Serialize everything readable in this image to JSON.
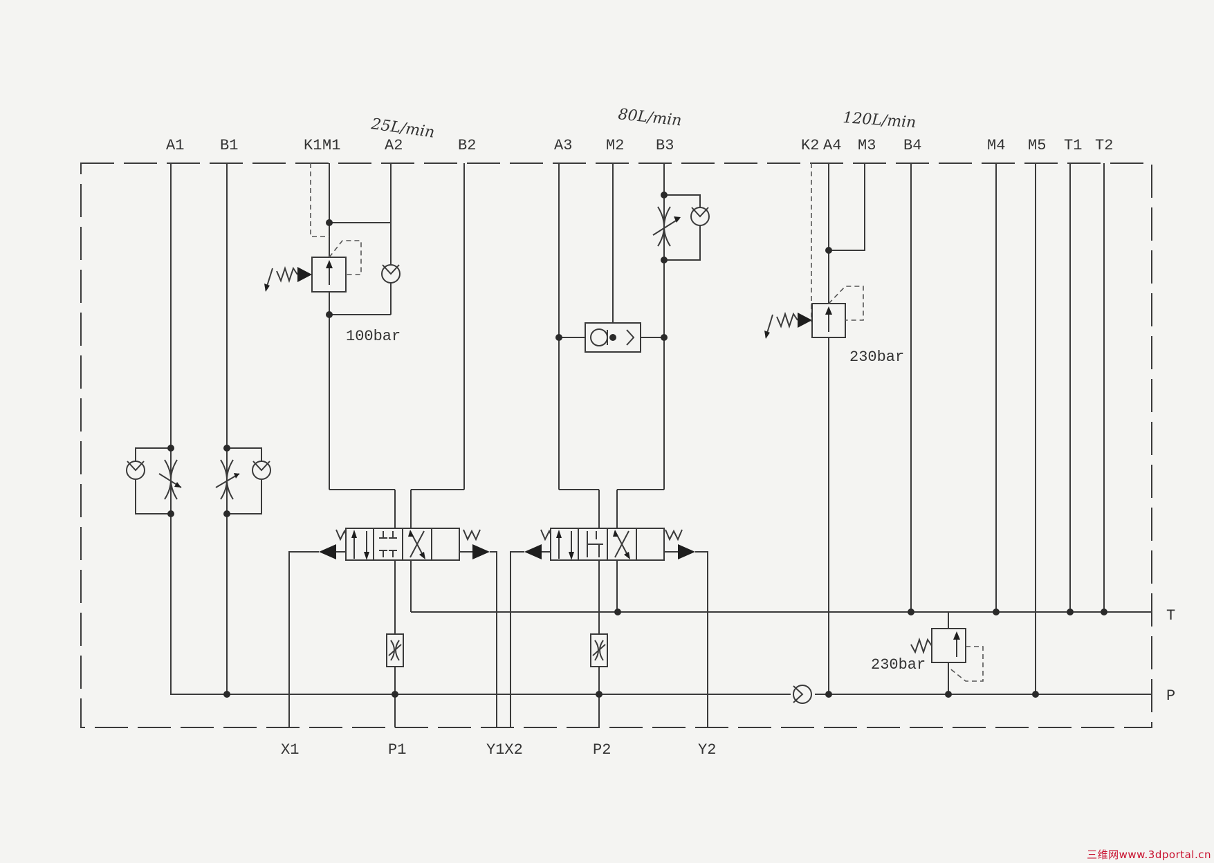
{
  "ports_top": {
    "a1": "A1",
    "b1": "B1",
    "k1": "K1",
    "m1": "M1",
    "a2": "A2",
    "b2": "B2",
    "a3": "A3",
    "m2": "M2",
    "b3": "B3",
    "k2": "K2",
    "a4": "A4",
    "m3": "M3",
    "b4": "B4",
    "m4": "M4",
    "m5": "M5",
    "t1": "T1",
    "t2": "T2"
  },
  "ports_bottom": {
    "x1": "X1",
    "p1": "P1",
    "y1x2": "Y1X2",
    "p2": "P2",
    "y2": "Y2"
  },
  "ports_side": {
    "t": "T",
    "p": "P"
  },
  "flow_notes": {
    "q1": "25L/min",
    "q2": "80L/min",
    "q3": "120L/min"
  },
  "pressure_settings": {
    "relief1": "100bar",
    "relief2": "230bar",
    "relief3": "230bar"
  },
  "watermark": "三维网www.3dportal.cn"
}
